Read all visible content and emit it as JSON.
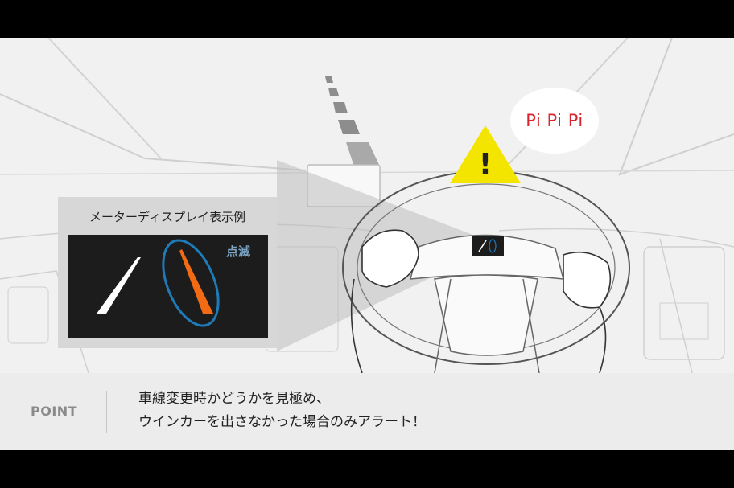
{
  "alert": {
    "sound": "Pi Pi Pi",
    "warning_symbol": "!",
    "warning_color": "#f3e500"
  },
  "display_example": {
    "title": "メーターディスプレイ表示例",
    "blink_label": "点滅",
    "blink_ring_color": "#1e7bb8",
    "indicator_color": "#f26a13",
    "line_color": "#ffffff"
  },
  "point": {
    "label": "POINT",
    "line1": "車線変更時かどうかを見極め、",
    "line2": "ウインカーを出さなかった場合のみアラート！"
  },
  "icons": [
    "warning-triangle-icon",
    "speech-bubble-icon",
    "steering-wheel-icon",
    "lane-line-icon"
  ]
}
